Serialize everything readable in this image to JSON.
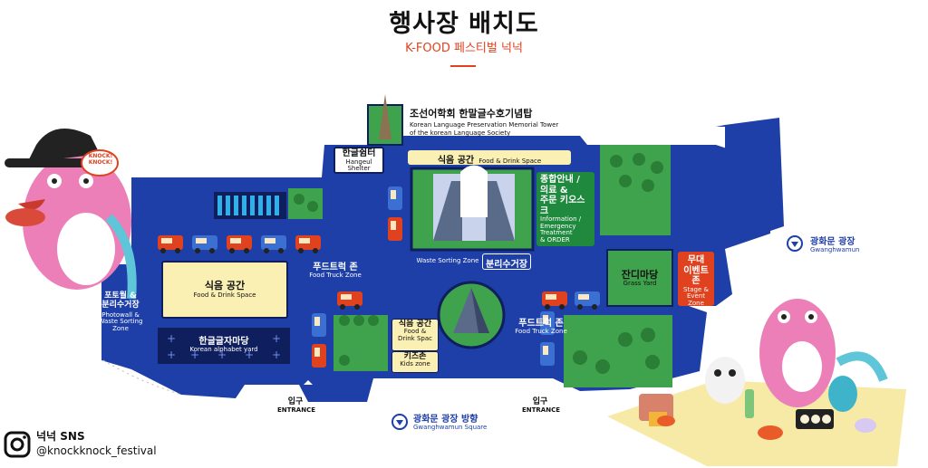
{
  "header": {
    "title": "행사장 배치도",
    "subtitle": "K-FOOD 페스티벌 넉넉"
  },
  "landmarks": {
    "tower_kr": "조선어학회 한말글수호기념탑",
    "tower_en_1": "Korean Language Preservation Memorial Tower",
    "tower_en_2": "of the korean Language Society",
    "shelter_kr": "한글쉼터",
    "shelter_en": "Hangeul Shelter"
  },
  "zones": {
    "food_top_kr": "식음 공간",
    "food_top_en": "Food & Drink Space",
    "food_left_kr": "식음 공간",
    "food_left_en": "Food & Drink Space",
    "food_mid_kr": "식음 공간",
    "food_mid_en_1": "Food &",
    "food_mid_en_2": "Drink Spac",
    "kids_kr": "키즈존",
    "kids_en": "Kids zone",
    "info_kr_1": "종합안내 /",
    "info_kr_2": "의료 &",
    "info_kr_3": "주문 키오스크",
    "info_en_1": "Information /",
    "info_en_2": "Emergency",
    "info_en_3": "Treatment",
    "info_en_4": "& ORDER",
    "waste_center_en": "Waste Sorting Zone",
    "waste_center_kr": "분리수거장",
    "grass_kr": "잔디마당",
    "grass_en": "Grass Yard",
    "stage_kr_1": "무대",
    "stage_kr_2": "이벤트 존",
    "stage_en_1": "Stage &",
    "stage_en_2": "Event Zone",
    "foodtruck_left_kr": "푸드트럭 존",
    "foodtruck_left_en": "Food Truck Zone",
    "foodtruck_right_kr": "푸드트럭 존",
    "foodtruck_right_en": "Food Truck Zone",
    "photowall_kr_1": "포토월 &",
    "photowall_kr_2": "분리수거장",
    "photowall_en_1": "Photowall &",
    "photowall_en_2": "Waste Sorting",
    "photowall_en_3": "Zone",
    "alphabet_kr": "한글글자마당",
    "alphabet_en": "Korean alphabet yard"
  },
  "entrances": {
    "left_kr": "입구",
    "left_en": "ENTRANCE",
    "right_kr": "입구",
    "right_en": "ENTRANCE"
  },
  "directions": {
    "gwanghwamun_kr": "광화문 광장",
    "gwanghwamun_en": "Gwanghwamun",
    "bottom_kr": "광화문 광장 방향",
    "bottom_en": "Gwanghwamun Square"
  },
  "mascot": {
    "sign_text_1": "KNOCK!",
    "sign_text_2": "KNOCK!"
  },
  "sns": {
    "label": "넉넉 SNS",
    "handle": "@knockknock_festival",
    "icon": "instagram-icon"
  },
  "colors": {
    "map_blue": "#1e3fa8",
    "accent_red": "#e0421f",
    "grass_green": "#3fa34d",
    "cream": "#fbf0b4"
  }
}
